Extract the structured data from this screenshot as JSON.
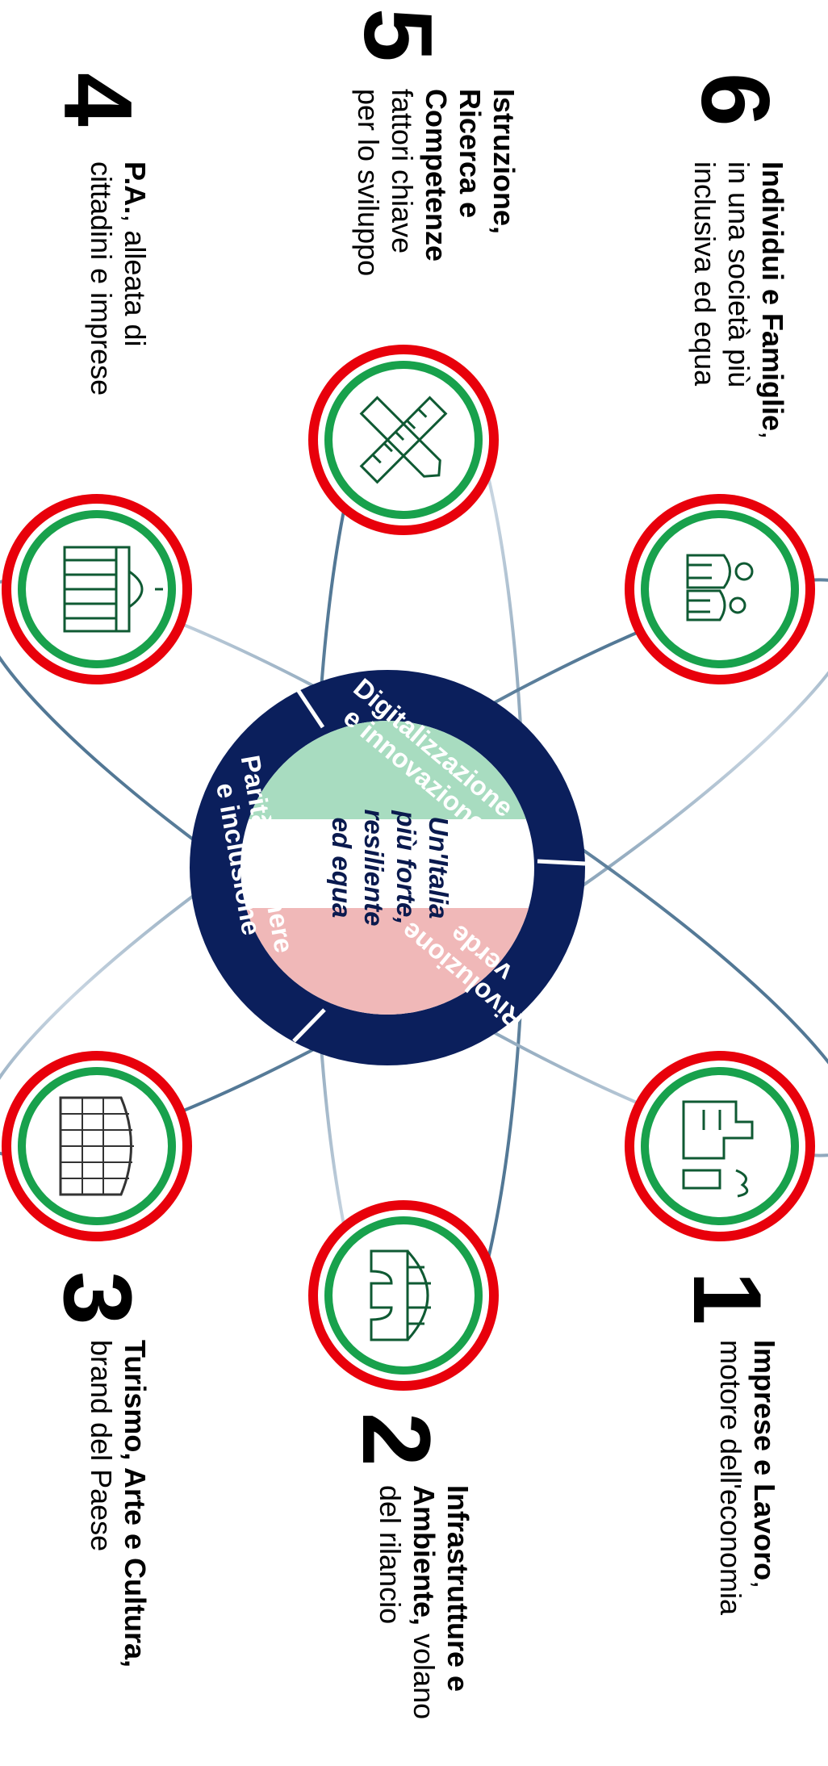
{
  "center": {
    "line1": "Un'Italia",
    "line2": "più forte,",
    "line3": "resiliente",
    "line4": "ed equa"
  },
  "ring": {
    "segment_digital": {
      "line1": "Digitalizzazione",
      "line2": "e innovazione"
    },
    "segment_green": {
      "line1": "Rivoluzione",
      "line2": "verde"
    },
    "segment_gender": {
      "line1": "Parità di genere",
      "line2": "e inclusione"
    }
  },
  "themes": [
    {
      "number": "1",
      "bold": "Imprese e Lavoro",
      "rest1": ",",
      "line2": "motore dell'economia",
      "icon": "factory-icon"
    },
    {
      "number": "2",
      "line1": "Infrastrutture e",
      "bold2": "Ambiente,",
      "rest2": " volano",
      "line3": "del rilancio",
      "icon": "bridge-icon"
    },
    {
      "number": "3",
      "bold": "Turismo, Arte e Cultura,",
      "line2": "brand del Paese",
      "icon": "colosseum-icon"
    },
    {
      "number": "4",
      "bold": "P.A.",
      "rest1": ", alleata di",
      "line2": "cittadini e imprese",
      "icon": "government-building-icon"
    },
    {
      "number": "5",
      "line1": "Istruzione,",
      "line2": "Ricerca e",
      "line3": "Competenze",
      "line4": "fattori chiave",
      "line5": "per lo sviluppo",
      "icon": "ruler-pencil-icon"
    },
    {
      "number": "6",
      "bold": "Individui e Famiglie",
      "rest1": ",",
      "line2": "in una società più",
      "line3": "inclusiva ed equa",
      "icon": "family-icon"
    }
  ],
  "colors": {
    "ring_navy": "#0b1f5c",
    "circle_red": "#e8000b",
    "circle_green": "#18a14c",
    "icon_green": "#0f5a33",
    "flag_green": "#a8dcc0",
    "flag_red": "#f0b8b8"
  }
}
